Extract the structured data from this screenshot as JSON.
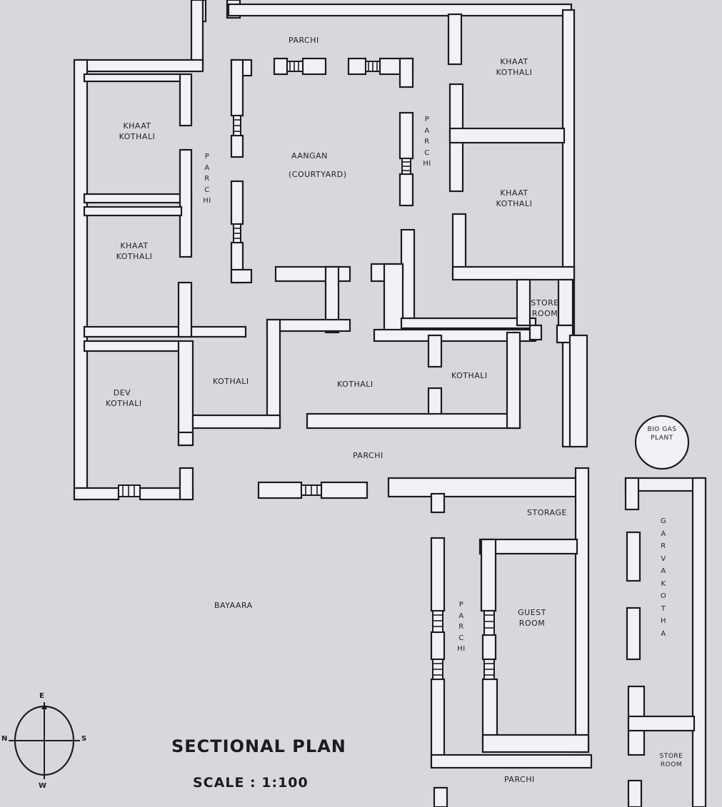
{
  "diagram": {
    "title": "SECTIONAL PLAN",
    "scale": "SCALE : 1:100",
    "rooms": {
      "parchi_top": "PARCHI",
      "khaat_kothali_tl": "KHAAT KOTHALI",
      "khaat_kothali_ml": "KHAAT KOTHALI",
      "parchi_left_vertical": "PARCHI",
      "aangan": "AANGAN",
      "aangan_sub": "(COURTYARD)",
      "parchi_right_vertical": "PARCHI",
      "khaat_kothali_tr": "KHAAT KOTHALI",
      "khaat_kothali_mr": "KHAAT KOTHALI",
      "store_room_top": "STORE ROOM",
      "dev_kothali": "DEV KOTHALI",
      "kothali_1": "KOTHALI",
      "kothali_2": "KOTHALI",
      "kothali_3": "KOTHALI",
      "parchi_mid": "PARCHI",
      "storage": "STORAGE",
      "bayaara": "BAYAARA",
      "parchi_guest_vertical": "PARCHI",
      "guest_room": "GUEST ROOM",
      "biogas_plant": "BIO GAS PLANT",
      "garva_kotha": "GARVA KOTHA",
      "store_room_bottom": "STORE ROOM",
      "parchi_bottom": "PARCHI"
    },
    "compass": {
      "n": "E",
      "s": "W",
      "e": "S",
      "w": "N"
    }
  }
}
